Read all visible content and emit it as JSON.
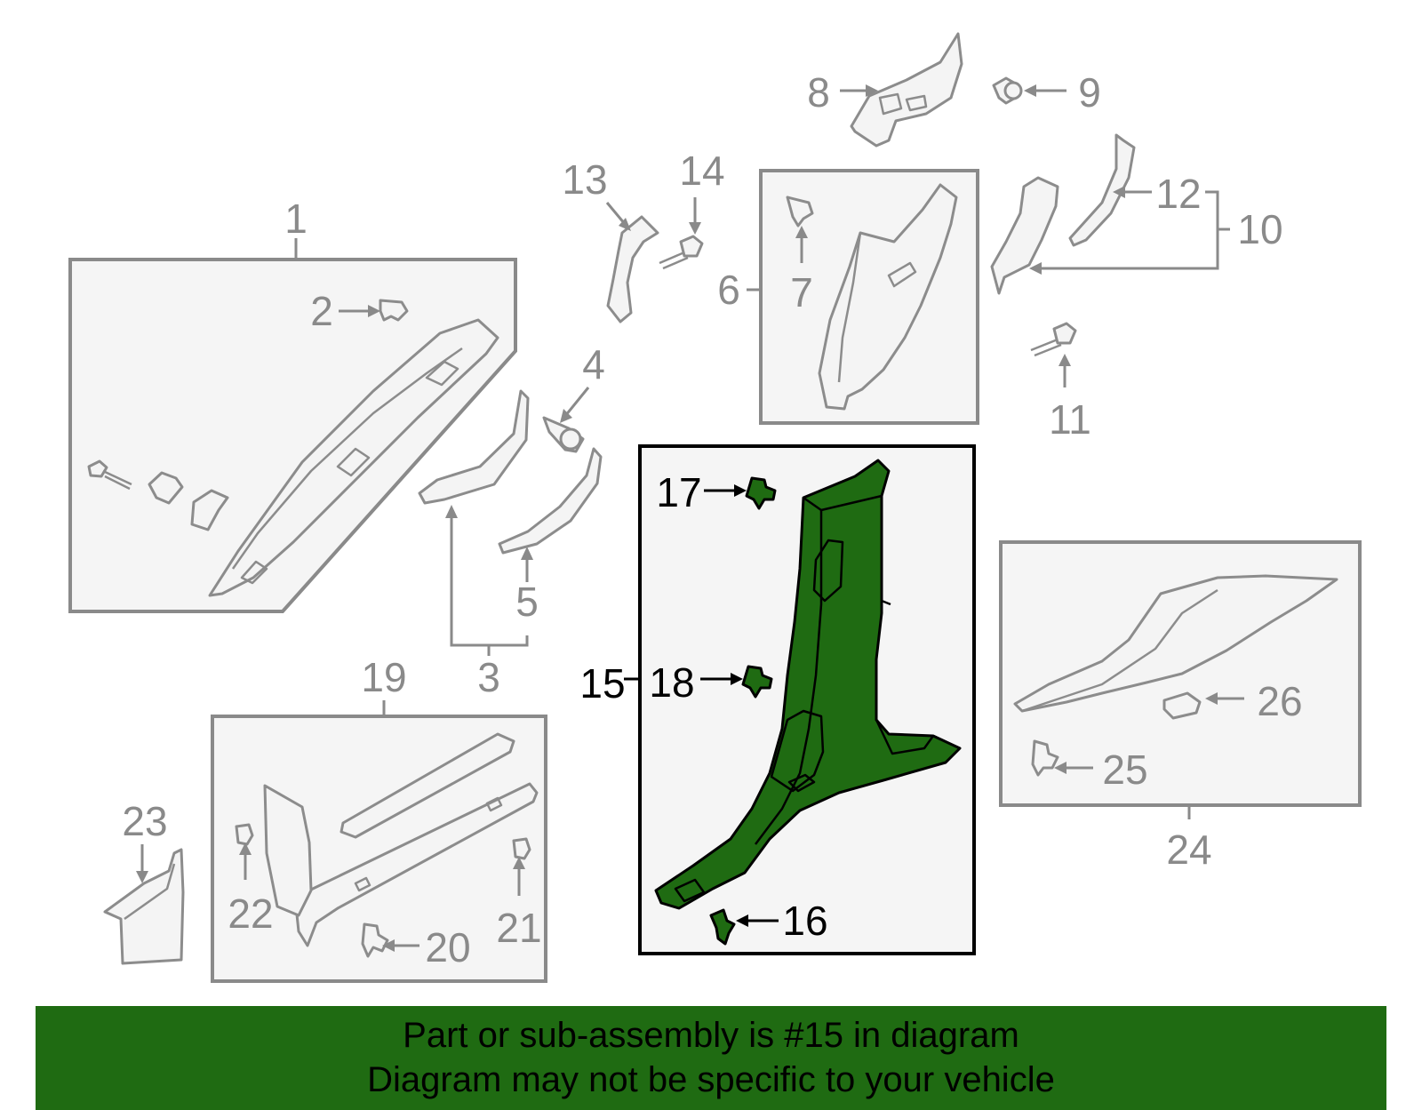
{
  "diagram": {
    "callouts": {
      "c1": "1",
      "c2": "2",
      "c3": "3",
      "c4": "4",
      "c5": "5",
      "c6": "6",
      "c7": "7",
      "c8": "8",
      "c9": "9",
      "c10": "10",
      "c11": "11",
      "c12": "12",
      "c13": "13",
      "c14": "14",
      "c15": "15",
      "c16": "16",
      "c17": "17",
      "c18": "18",
      "c19": "19",
      "c20": "20",
      "c21": "21",
      "c22": "22",
      "c23": "23",
      "c24": "24",
      "c25": "25",
      "c26": "26"
    },
    "highlighted_part": "15",
    "colors": {
      "highlight": "#1f6b12",
      "outline": "#8a8a8a",
      "active_outline": "#000000"
    }
  },
  "banner": {
    "line1": "Part or sub-assembly is #15 in diagram",
    "line2": "Diagram may not be specific to your vehicle"
  }
}
